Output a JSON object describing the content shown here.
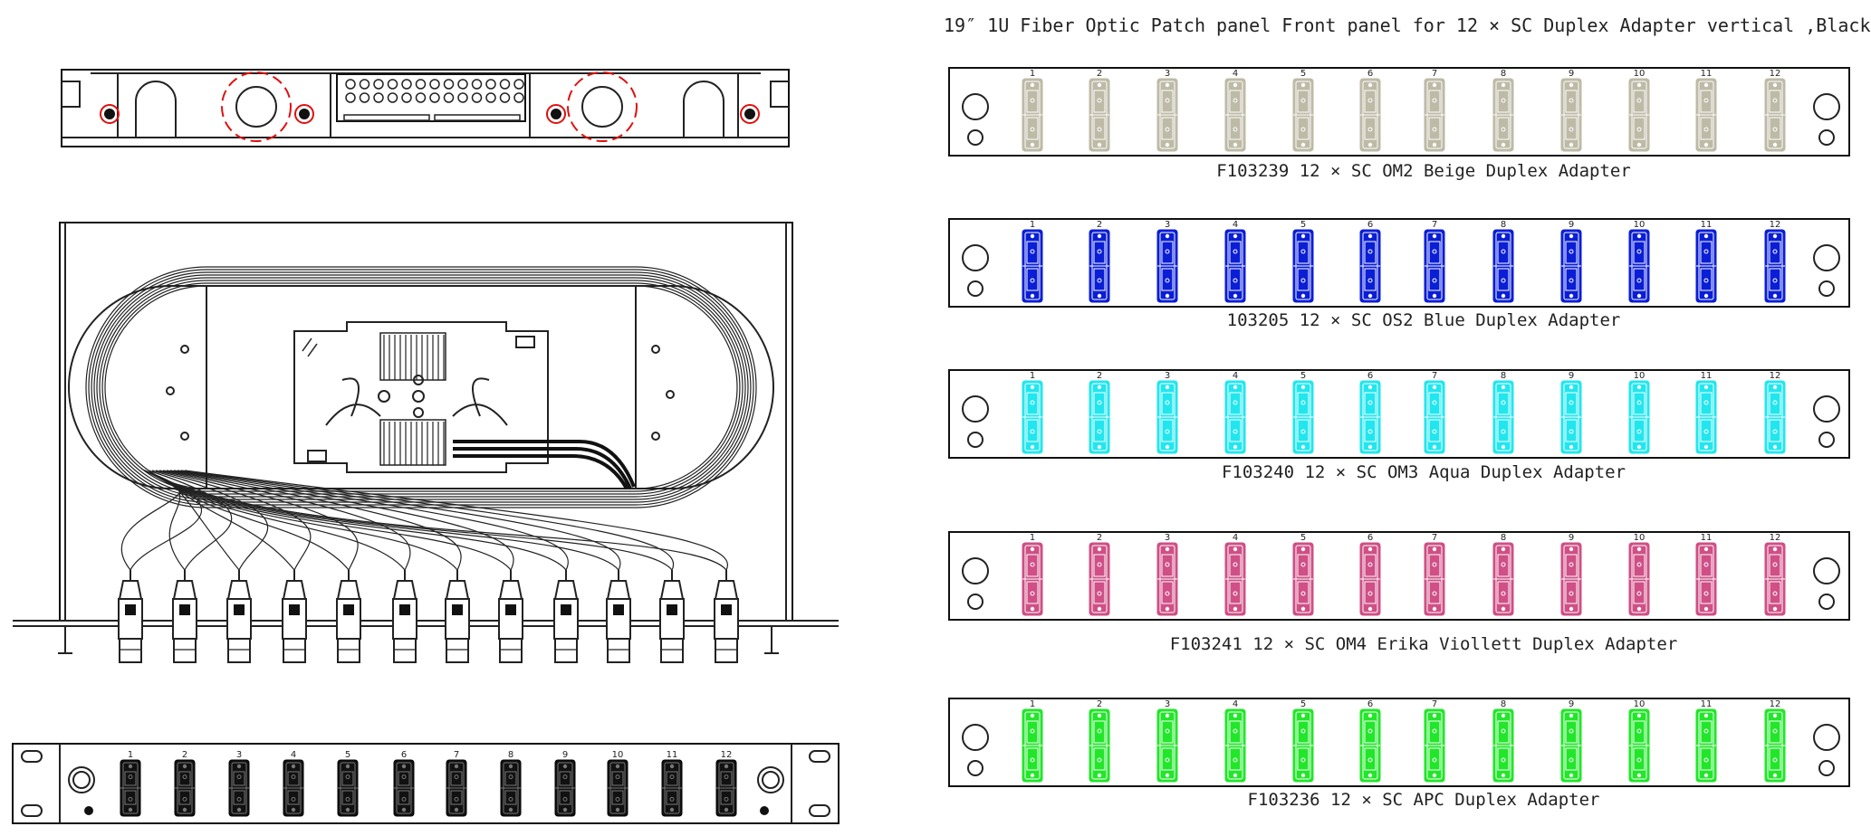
{
  "title": "19″ 1U Fiber Optic Patch panel Front panel for 12 × SC Duplex Adapter vertical ,Black",
  "port_numbers": [
    "1",
    "2",
    "3",
    "4",
    "5",
    "6",
    "7",
    "8",
    "9",
    "10",
    "11",
    "12"
  ],
  "panels": [
    {
      "caption": "F103239 12 × SC OM2 Beige Duplex Adapter",
      "color": "#bdbaa6"
    },
    {
      "caption": "103205 12 × SC OS2 Blue Duplex Adapter",
      "color": "#0a1ed6"
    },
    {
      "caption": "F103240 12 × SC OM3 Aqua Duplex Adapter",
      "color": "#22e6ee"
    },
    {
      "caption": "F103241 12 × SC OM4 Erika Viollett Duplex Adapter",
      "color": "#cf4f86"
    },
    {
      "caption": "F103236 12 × SC APC Duplex Adapter",
      "color": "#22e62a"
    }
  ],
  "black_adapter_color": "#111111",
  "highlight_color": "#e01010"
}
